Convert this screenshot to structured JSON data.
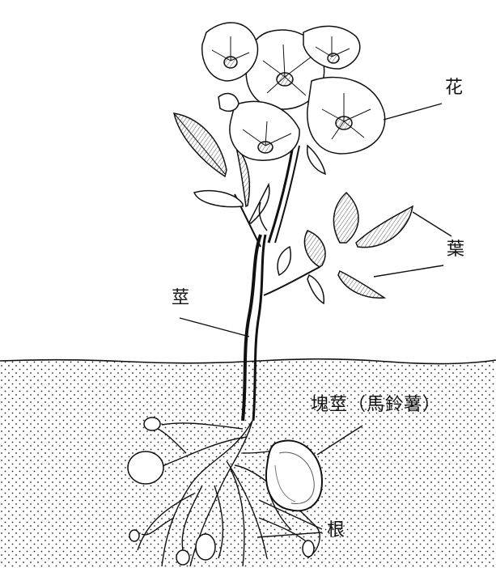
{
  "labels": {
    "flower": "花",
    "leaf": "葉",
    "stem": "莖",
    "tuber": "塊莖（馬鈴薯）",
    "root": "根"
  },
  "colors": {
    "ink": "#111111",
    "paper": "#ffffff",
    "soil_dot": "#222222"
  }
}
